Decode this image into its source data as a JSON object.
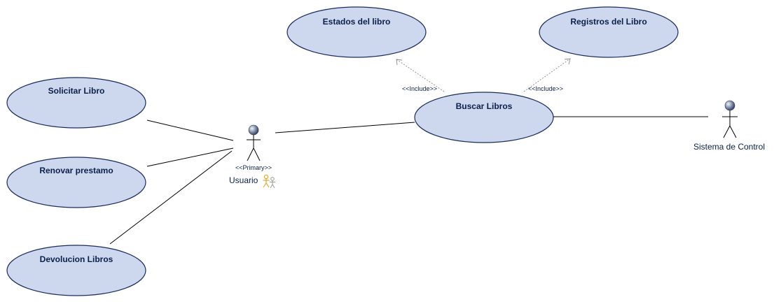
{
  "diagram": {
    "use_cases": {
      "estados": "Estados del libro",
      "registros": "Registros del Libro",
      "solicitar": "Solicitar Libro",
      "buscar": "Buscar Libros",
      "renovar": "Renovar prestamo",
      "devolucion": "Devolucion Libros"
    },
    "actors": {
      "usuario": {
        "name": "Usuario",
        "stereotype": "<<Primary>>"
      },
      "sistema": {
        "name": "Sistema de Control"
      }
    },
    "include_labels": {
      "to_estados": "<<Include>>",
      "to_registros": "<<Include>>"
    },
    "colors": {
      "use_case_fill": "#cdd8ee",
      "use_case_stroke": "#1a2b5c",
      "text": "#0b1f4b",
      "actor_head": "#5a6a8a",
      "primary_icon": "#e8a317"
    }
  }
}
